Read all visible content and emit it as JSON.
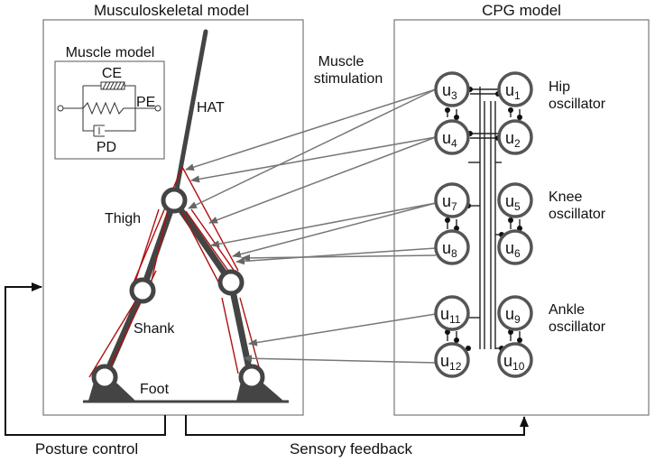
{
  "titles": {
    "left": "Musculoskeletal model",
    "right": "CPG model"
  },
  "muscle_model": {
    "title": "Muscle model",
    "ce": "CE",
    "pe": "PE",
    "pd": "PD"
  },
  "body_labels": {
    "hat": "HAT",
    "thigh": "Thigh",
    "shank": "Shank",
    "foot": "Foot"
  },
  "muscle_stimulation": [
    "Muscle",
    "stimulation"
  ],
  "oscillator_groups": {
    "hip": [
      "Hip",
      "oscillator"
    ],
    "knee": [
      "Knee",
      "oscillator"
    ],
    "ankle": [
      "Ankle",
      "oscillator"
    ]
  },
  "oscillators": [
    {
      "base": "u",
      "sub": "3"
    },
    {
      "base": "u",
      "sub": "1"
    },
    {
      "base": "u",
      "sub": "4"
    },
    {
      "base": "u",
      "sub": "2"
    },
    {
      "base": "u",
      "sub": "7"
    },
    {
      "base": "u",
      "sub": "5"
    },
    {
      "base": "u",
      "sub": "8"
    },
    {
      "base": "u",
      "sub": "6"
    },
    {
      "base": "u",
      "sub": "11"
    },
    {
      "base": "u",
      "sub": "9"
    },
    {
      "base": "u",
      "sub": "12"
    },
    {
      "base": "u",
      "sub": "10"
    }
  ],
  "bottom_labels": {
    "posture_control": "Posture control",
    "sensory_feedback": "Sensory feedback"
  },
  "colors": {
    "bone": "#444444",
    "muscle": "#b01010",
    "arrow": "#777777",
    "outline": "#666666"
  }
}
